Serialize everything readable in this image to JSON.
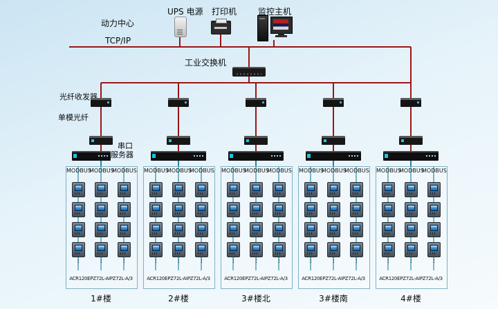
{
  "labels": {
    "power_center": "动力中心",
    "ups": "UPS 电源",
    "printer": "打印机",
    "monitor_host": "监控主机",
    "tcpip": "TCP/IP",
    "industrial_switch": "工业交换机",
    "fiber_transceiver": "光纤收发器",
    "single_mode_fiber": "单模光纤",
    "serial_server_line1": "串口",
    "serial_server_line2": "服务器",
    "modbus": "MODBUS",
    "meter_model": "ACR120EPZ72L-AIPZ72L-A/3",
    "dots": "⋮"
  },
  "groups": [
    {
      "building": "1#楼"
    },
    {
      "building": "2#楼"
    },
    {
      "building": "3#楼北"
    },
    {
      "building": "3#楼南"
    },
    {
      "building": "4#楼"
    }
  ],
  "colors": {
    "bus_line": "#9a1515",
    "serial_line": "#1e87a3"
  }
}
